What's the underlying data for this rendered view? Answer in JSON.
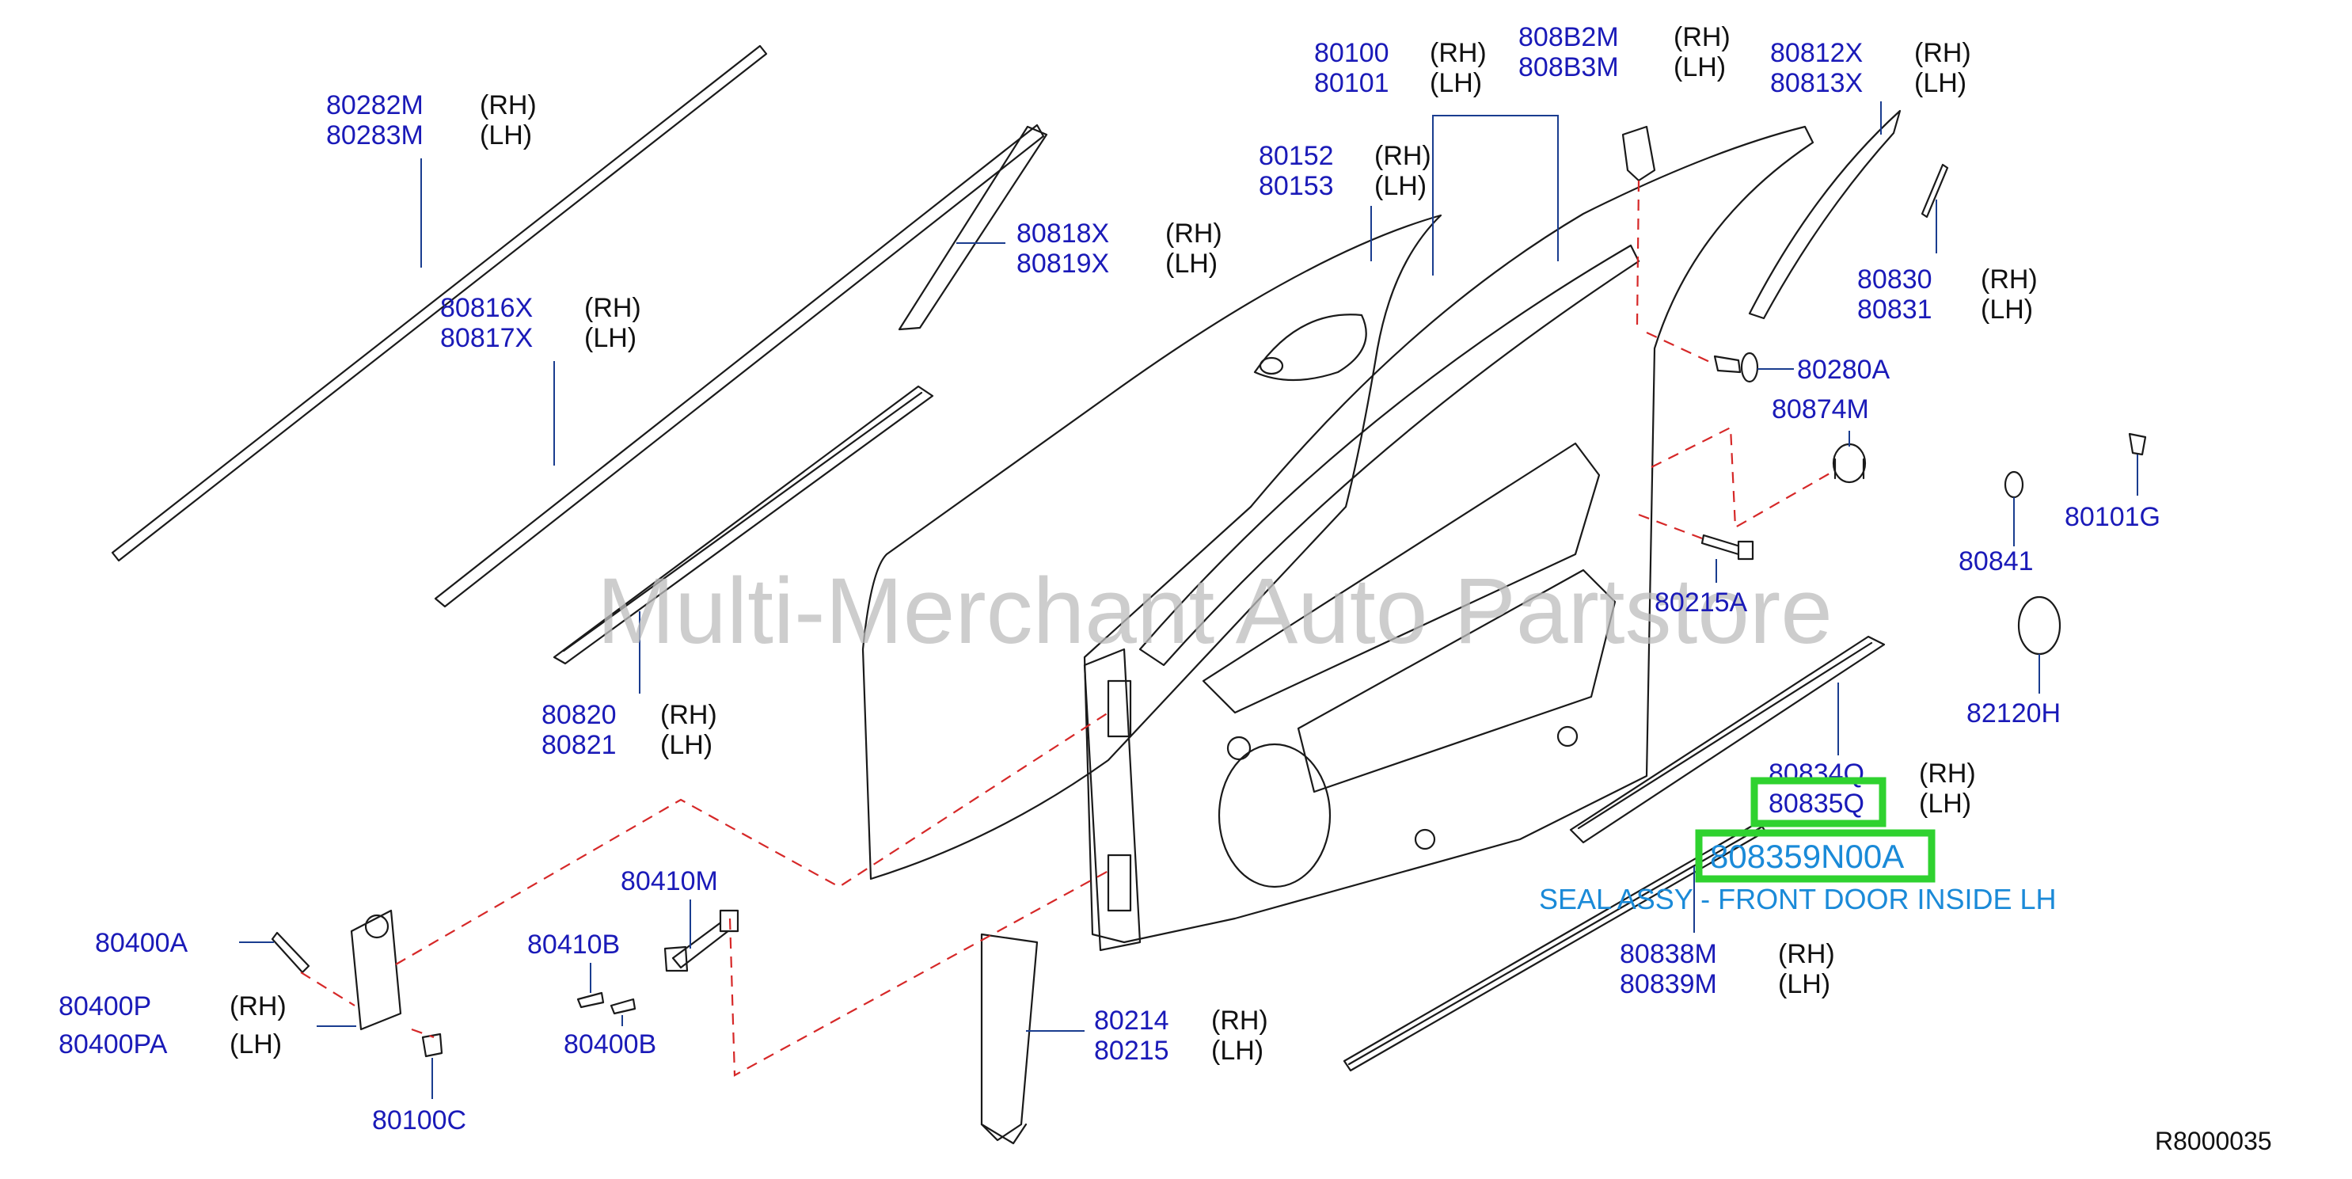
{
  "watermark": "Multi-Merchant Auto Partstore",
  "diagram_ref": "R8000035",
  "colors": {
    "part_number": "#1a1ab8",
    "highlight": "#2fd22f",
    "leader_dash": "#d62828",
    "seal_text": "#1a8ad8"
  },
  "highlight": {
    "part_number": "808359N00A",
    "description": "SEAL ASSY - FRONT DOOR INSIDE LH"
  },
  "callouts": [
    {
      "id": "c80282",
      "numbers": [
        "80282M",
        "80283M"
      ],
      "sides": [
        "(RH)",
        "(LH)"
      ]
    },
    {
      "id": "c80816",
      "numbers": [
        "80816X",
        "80817X"
      ],
      "sides": [
        "(RH)",
        "(LH)"
      ]
    },
    {
      "id": "c80818",
      "numbers": [
        "80818X",
        "80819X"
      ],
      "sides": [
        "(RH)",
        "(LH)"
      ]
    },
    {
      "id": "c80820",
      "numbers": [
        "80820",
        "80821"
      ],
      "sides": [
        "(RH)",
        "(LH)"
      ]
    },
    {
      "id": "c80100",
      "numbers": [
        "80100",
        "80101"
      ],
      "sides": [
        "(RH)",
        "(LH)"
      ]
    },
    {
      "id": "c80152",
      "numbers": [
        "80152",
        "80153"
      ],
      "sides": [
        "(RH)",
        "(LH)"
      ]
    },
    {
      "id": "c808B2",
      "numbers": [
        "808B2M",
        "808B3M"
      ],
      "sides": [
        "(RH)",
        "(LH)"
      ]
    },
    {
      "id": "c80812",
      "numbers": [
        "80812X",
        "80813X"
      ],
      "sides": [
        "(RH)",
        "(LH)"
      ]
    },
    {
      "id": "c80830",
      "numbers": [
        "80830",
        "80831"
      ],
      "sides": [
        "(RH)",
        "(LH)"
      ]
    },
    {
      "id": "c80280A",
      "numbers": [
        "80280A"
      ],
      "sides": []
    },
    {
      "id": "c80874M",
      "numbers": [
        "80874M"
      ],
      "sides": []
    },
    {
      "id": "c80215A",
      "numbers": [
        "80215A"
      ],
      "sides": []
    },
    {
      "id": "c80841",
      "numbers": [
        "80841"
      ],
      "sides": []
    },
    {
      "id": "c80101G",
      "numbers": [
        "80101G"
      ],
      "sides": []
    },
    {
      "id": "c82120H",
      "numbers": [
        "82120H"
      ],
      "sides": []
    },
    {
      "id": "c80834",
      "numbers": [
        "80834Q",
        "80835Q"
      ],
      "sides": [
        "(RH)",
        "(LH)"
      ]
    },
    {
      "id": "c80838",
      "numbers": [
        "80838M",
        "80839M"
      ],
      "sides": [
        "(RH)",
        "(LH)"
      ]
    },
    {
      "id": "c80214",
      "numbers": [
        "80214",
        "80215"
      ],
      "sides": [
        "(RH)",
        "(LH)"
      ]
    },
    {
      "id": "c80410M",
      "numbers": [
        "80410M"
      ],
      "sides": []
    },
    {
      "id": "c80410B",
      "numbers": [
        "80410B"
      ],
      "sides": []
    },
    {
      "id": "c80400B",
      "numbers": [
        "80400B"
      ],
      "sides": []
    },
    {
      "id": "c80400A",
      "numbers": [
        "80400A"
      ],
      "sides": []
    },
    {
      "id": "c80400P",
      "numbers": [
        "80400P",
        "80400PA"
      ],
      "sides": [
        "(RH)",
        "(LH)"
      ]
    },
    {
      "id": "c80100C",
      "numbers": [
        "80100C"
      ],
      "sides": []
    }
  ]
}
